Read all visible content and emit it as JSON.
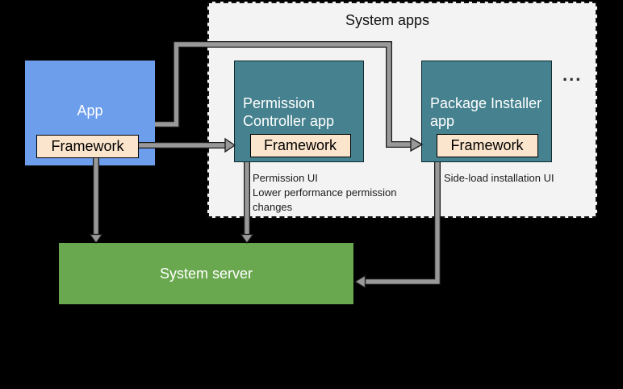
{
  "system_apps": {
    "label": "System apps",
    "more_indicator": "..."
  },
  "app": {
    "label": "App",
    "framework": "Framework"
  },
  "permission_controller": {
    "label": "Permission Controller app",
    "framework": "Framework",
    "annotation_lines": [
      "Permission UI",
      "Lower performance permission",
      "changes"
    ]
  },
  "package_installer": {
    "label": "Package Installer app",
    "framework": "Framework",
    "annotation": "Side-load installation UI"
  },
  "system_server": {
    "label": "System server"
  },
  "colors": {
    "app_blue": "#6d9eeb",
    "system_app_teal": "#45818e",
    "framework_peach": "#fce5cd",
    "server_green": "#6aa84f",
    "container_gray": "#f3f3f3",
    "connector_gray": "#999999",
    "connector_outline": "#1a1a1a",
    "canvas_black": "#000000"
  }
}
